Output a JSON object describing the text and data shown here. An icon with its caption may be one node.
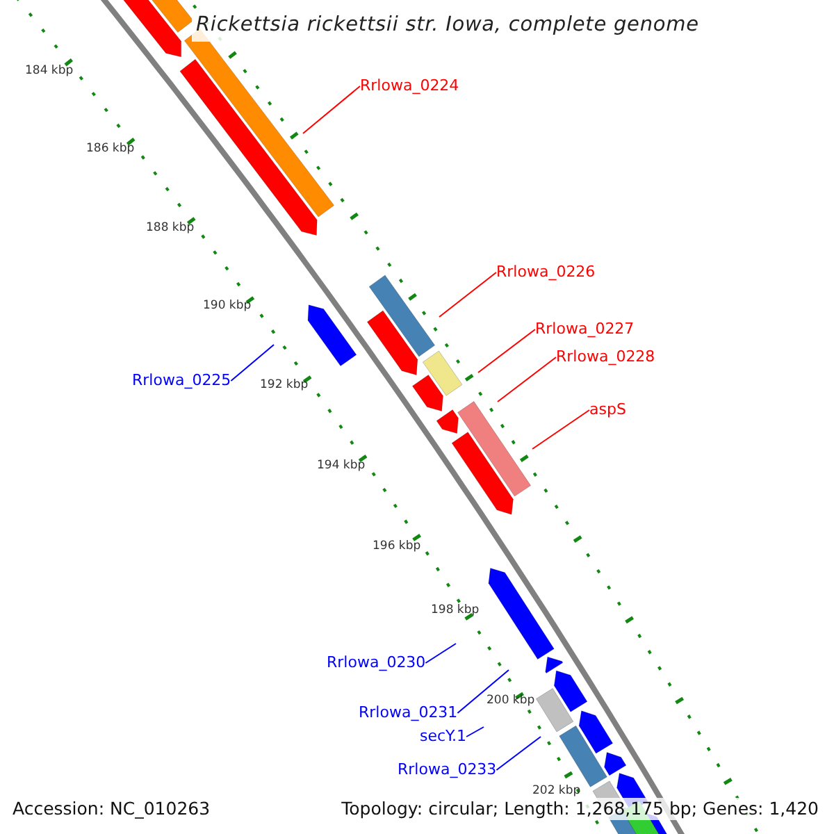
{
  "diagram": {
    "title": "Rickettsia rickettsii str. Iowa, complete genome",
    "nodes": [
      {
        "text": [
          "Rrlowa_0224"
        ]
      },
      {
        "text": [
          "Rrlowa_0226"
        ]
      },
      {
        "text": [
          "Rrlowa_0227"
        ]
      },
      {
        "text": [
          "Rrlowa_0228"
        ]
      },
      {
        "text": [
          "aspS"
        ]
      },
      {
        "text": [
          "Rrlowa_0225"
        ]
      },
      {
        "text": [
          "Rrlowa_0230"
        ]
      },
      {
        "text": [
          "Rrlowa_0231"
        ]
      },
      {
        "text": [
          "secY.1"
        ]
      },
      {
        "text": [
          "Rrlowa_0233"
        ]
      }
    ],
    "edges": [
      {
        "from": 0,
        "to": null,
        "arrow": "none",
        "color": "#ff0000"
      },
      {
        "from": 1,
        "to": null,
        "arrow": "none",
        "color": "#ff0000"
      },
      {
        "from": 2,
        "to": null,
        "arrow": "none",
        "color": "#ff0000"
      },
      {
        "from": 3,
        "to": null,
        "arrow": "none",
        "color": "#ff0000"
      },
      {
        "from": 4,
        "to": null,
        "arrow": "none",
        "color": "#ff0000"
      },
      {
        "from": 5,
        "to": null,
        "arrow": "none",
        "color": "#0000ff"
      },
      {
        "from": 6,
        "to": null,
        "arrow": "none",
        "color": "#0000ff"
      },
      {
        "from": 7,
        "to": null,
        "arrow": "none",
        "color": "#0000ff"
      },
      {
        "from": 8,
        "to": null,
        "arrow": "none",
        "color": "#0000ff"
      },
      {
        "from": 9,
        "to": null,
        "arrow": "none",
        "color": "#0000ff"
      }
    ],
    "labels": [
      "184 kbp",
      "186 kbp",
      "188 kbp",
      "190 kbp",
      "192 kbp",
      "194 kbp",
      "196 kbp",
      "198 kbp",
      "200 kbp",
      "202 kbp",
      "Accession: NC_010263",
      "Topology: circular; Length: 1,268,175 bp; Genes: 1,420"
    ]
  }
}
